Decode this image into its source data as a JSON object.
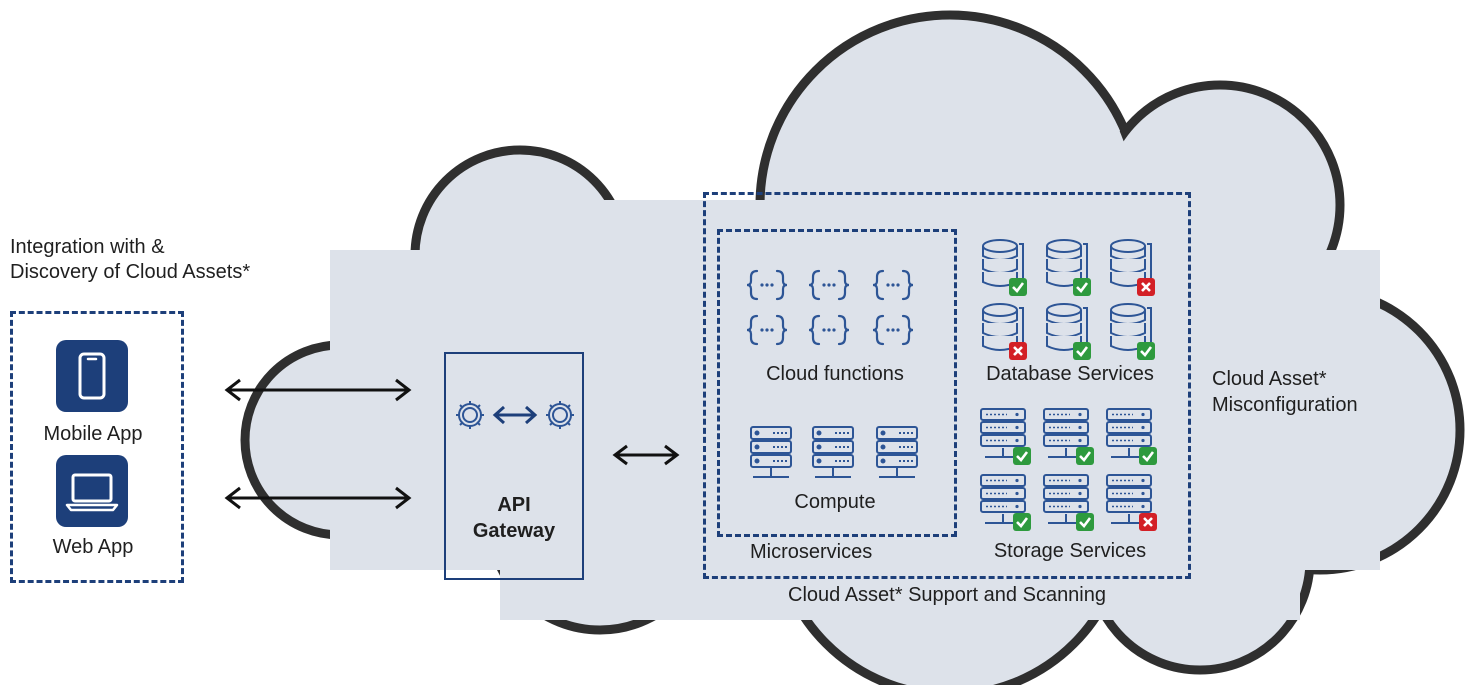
{
  "left": {
    "heading_line1": "Integration with &",
    "heading_line2": "Discovery of Cloud Assets*",
    "apps": [
      {
        "label": "Mobile App",
        "icon": "smartphone-icon"
      },
      {
        "label": "Web App",
        "icon": "laptop-icon"
      }
    ]
  },
  "gateway": {
    "label_line1": "API",
    "label_line2": "Gateway",
    "icon": "gears-exchange-icon"
  },
  "microservices": {
    "label": "Microservices",
    "cloud_functions_label": "Cloud functions",
    "compute_label": "Compute"
  },
  "database_services": {
    "label": "Database Services",
    "items": [
      {
        "status": "ok"
      },
      {
        "status": "ok"
      },
      {
        "status": "error"
      },
      {
        "status": "error"
      },
      {
        "status": "ok"
      },
      {
        "status": "ok"
      }
    ]
  },
  "storage_services": {
    "label": "Storage Services",
    "items": [
      {
        "status": "ok"
      },
      {
        "status": "ok"
      },
      {
        "status": "ok"
      },
      {
        "status": "ok"
      },
      {
        "status": "ok"
      },
      {
        "status": "error"
      }
    ]
  },
  "scanning_label": "Cloud Asset* Support and Scanning",
  "misconfiguration": {
    "line1": "Cloud Asset*",
    "line2": "Misconfiguration"
  },
  "colors": {
    "cloud_fill": "#dde2ea",
    "cloud_stroke": "#2f2f2f",
    "dash_blue": "#1d3f7a",
    "icon_blue": "#2d5596",
    "ok_green": "#2e9a3e",
    "error_red": "#d32026"
  }
}
